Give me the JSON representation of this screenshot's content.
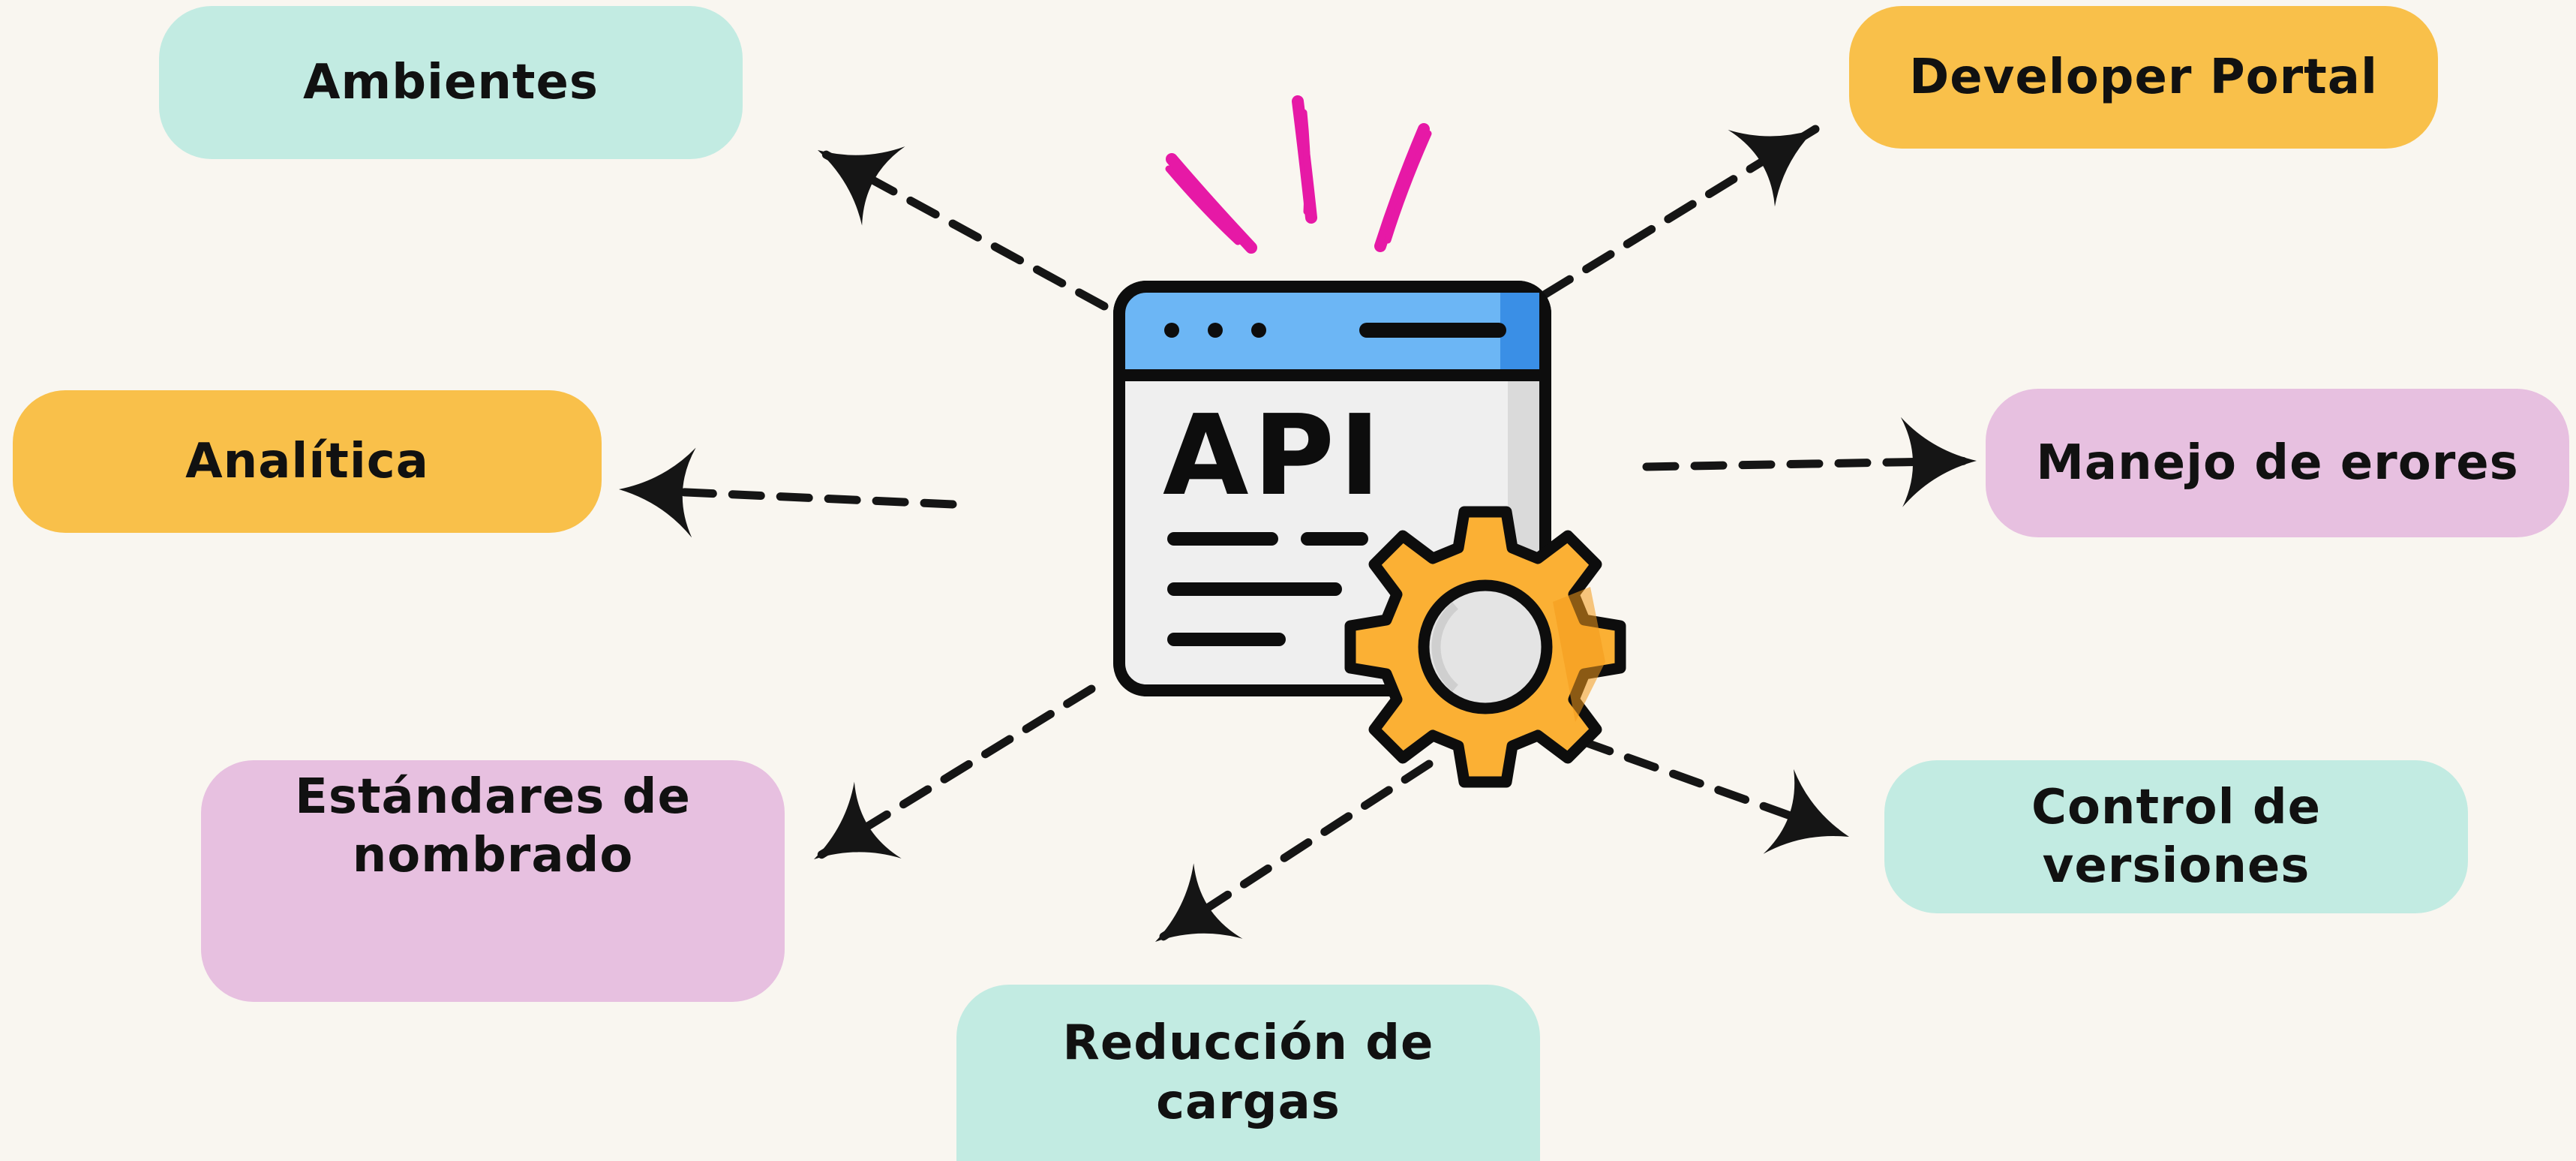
{
  "center": {
    "api_label": "API",
    "colors": {
      "titlebar": "#6cb6f5",
      "window": "#efefef",
      "gear": "#fbb034",
      "burst": "#e619a6",
      "outline": "#0d0d0d"
    }
  },
  "nodes": {
    "ambientes": "Ambientes",
    "developer_portal": "Developer Portal",
    "analitica": "Analítica",
    "manejo_errores": "Manejo de erores",
    "estandares": "Estándares de\nnombrado",
    "control_versiones": "Control de\nversiones",
    "reduccion_cargas": "Reducción de\ncargas"
  },
  "colors": {
    "teal": "#c2ebe2",
    "orange": "#f9c04a",
    "pink": "#e7c0e0",
    "background": "#f9f6f0"
  }
}
